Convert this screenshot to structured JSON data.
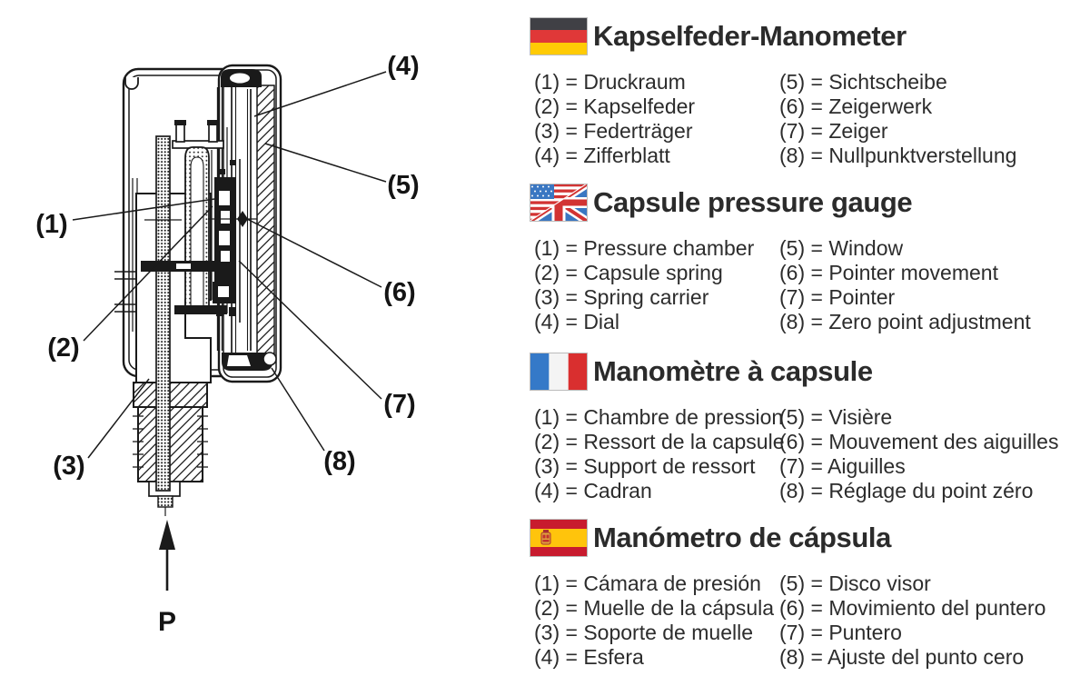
{
  "diagram": {
    "labels": {
      "n1": "(1)",
      "n2": "(2)",
      "n3": "(3)",
      "n4": "(4)",
      "n5": "(5)",
      "n6": "(6)",
      "n7": "(7)",
      "n8": "(8)",
      "pressure": "P"
    }
  },
  "sections": [
    {
      "flag_icon": "germany-flag",
      "title": "Kapselfeder-Manometer",
      "items": [
        "(1) = Druckraum",
        "(2) = Kapselfeder",
        "(3) = Federträger",
        "(4) = Zifferblatt",
        "(5) = Sichtscheibe",
        "(6) = Zeigerwerk",
        "(7) = Zeiger",
        "(8) = Nullpunktverstellung"
      ]
    },
    {
      "flag_icon": "us-uk-flag",
      "title": "Capsule pressure gauge",
      "items": [
        "(1) = Pressure chamber",
        "(2) = Capsule spring",
        "(3) = Spring carrier",
        "(4) = Dial",
        "(5) = Window",
        "(6) = Pointer movement",
        "(7) = Pointer",
        "(8) = Zero point adjustment"
      ]
    },
    {
      "flag_icon": "france-flag",
      "title": "Manomètre à capsule",
      "items": [
        "(1) = Chambre de pression",
        "(2) = Ressort de la capsule",
        "(3) = Support de ressort",
        "(4) = Cadran",
        "(5) = Visière",
        "(6) = Mouvement des aiguilles",
        "(7) = Aiguilles",
        "(8) = Réglage du point zéro"
      ]
    },
    {
      "flag_icon": "spain-flag",
      "title": "Manómetro de cápsula",
      "items": [
        "(1) = Cámara de presión",
        "(2) = Muelle de la cápsula",
        "(3) = Soporte de muelle",
        "(4) = Esfera",
        "(5) = Disco visor",
        "(6) = Movimiento del puntero",
        "(7) = Puntero",
        "(8) = Ajuste del punto cero"
      ]
    }
  ],
  "colors": {
    "line": "#1a1a1a",
    "text": "#2b2b2b",
    "german_flag": [
      "#404045",
      "#e03838",
      "#ffcb05"
    ],
    "french_flag": [
      "#3579c8",
      "#f4f4f4",
      "#d92f2f"
    ],
    "spanish_flag": [
      "#c81b2e",
      "#ffc40c"
    ],
    "uk_us_blue": "#3a77c2",
    "uk_us_red": "#d23333"
  }
}
